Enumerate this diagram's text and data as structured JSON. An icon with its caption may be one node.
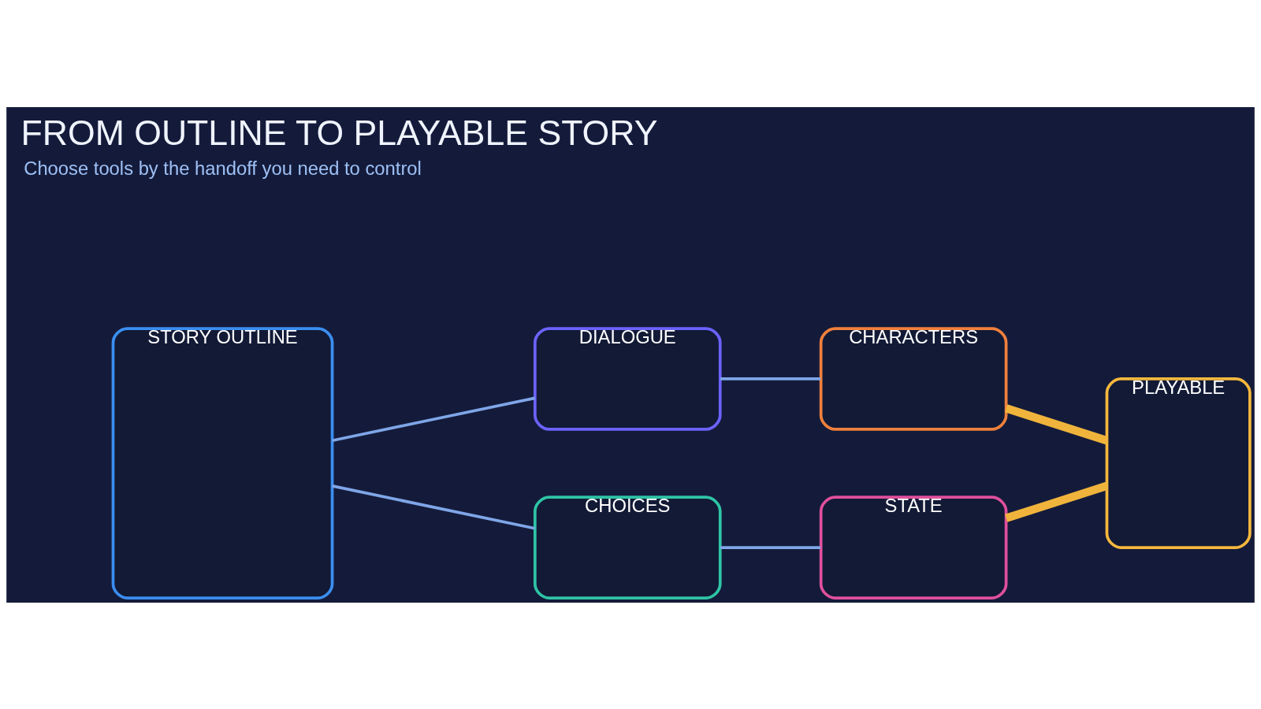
{
  "diagram": {
    "title": "FROM OUTLINE TO PLAYABLE STORY",
    "nodes": [
      {
        "text": [
          "STORY OUTLINE"
        ]
      },
      {
        "text": [
          "DIALOGUE"
        ]
      },
      {
        "text": [
          "CHOICES"
        ]
      },
      {
        "text": [
          "CHARACTERS"
        ]
      },
      {
        "text": [
          "STATE"
        ]
      },
      {
        "text": [
          "PLAYABLE"
        ]
      }
    ],
    "edges": [
      {
        "from": 0,
        "to": 1,
        "arrow": "none"
      },
      {
        "from": 0,
        "to": 2,
        "arrow": "none"
      },
      {
        "from": 1,
        "to": 3,
        "arrow": "none"
      },
      {
        "from": 2,
        "to": 4,
        "arrow": "none"
      },
      {
        "from": 3,
        "to": 5,
        "arrow": "none",
        "style": "thick",
        "color": "#f0b43c"
      },
      {
        "from": 4,
        "to": 5,
        "arrow": "none",
        "style": "thick",
        "color": "#f0b43c"
      }
    ],
    "labels": [
      "Choose tools by the handoff you need to control"
    ]
  }
}
